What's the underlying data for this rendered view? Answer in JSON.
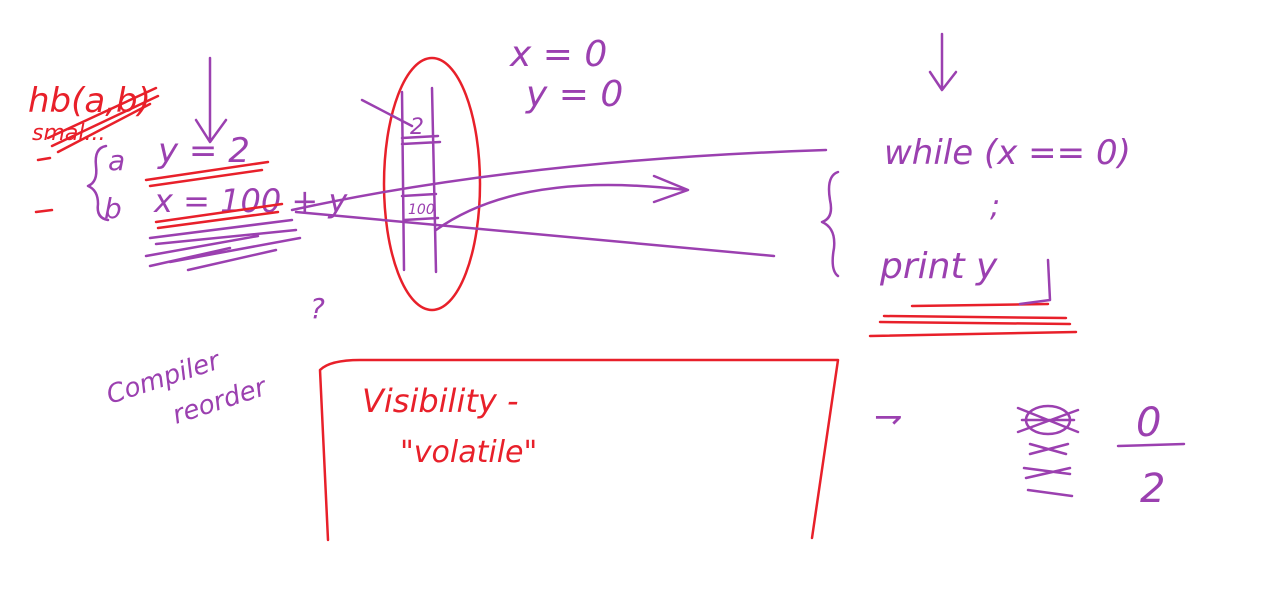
{
  "colors": {
    "red": "#e8202a",
    "purple": "#9b40b0",
    "background": "#ffffff"
  },
  "left": {
    "hb_note": "hb(a,b)",
    "small_note": "smal...",
    "brace_a": "a",
    "brace_b": "b",
    "assign_y": "y = 2",
    "assign_x": "x = 100 + y"
  },
  "memory": {
    "cell_top": "2",
    "cell_bottom": "100"
  },
  "init": {
    "x": "x = 0",
    "y": "y = 0"
  },
  "right": {
    "while_line": "while (x == 0)",
    "semicolon": ";",
    "print_line": "print y",
    "arrow": "⇁"
  },
  "reorder_note": {
    "line1": "Compiler",
    "line2": "reorder",
    "question": "?"
  },
  "box": {
    "line1": "Visibility -",
    "line2": "\"volatile\""
  },
  "outputs": {
    "top": "0",
    "bottom": "2"
  }
}
